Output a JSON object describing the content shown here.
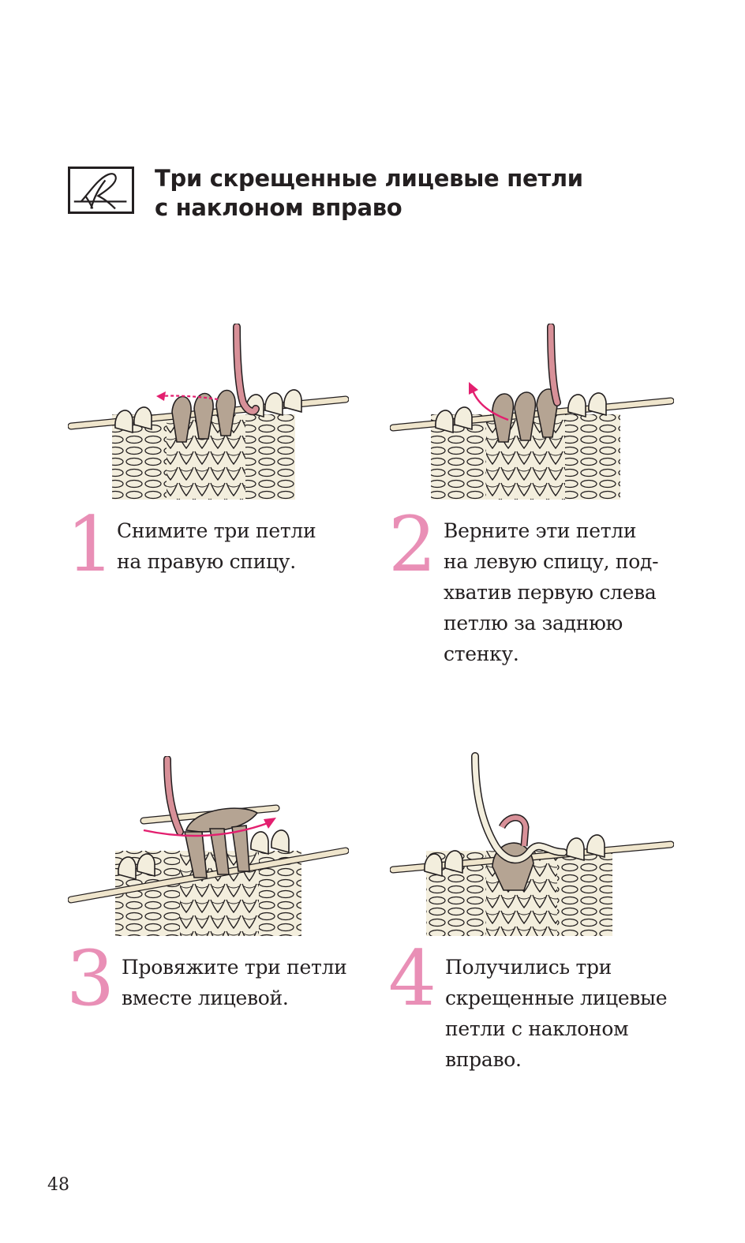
{
  "header": {
    "title_lines": [
      "Три скрещенные лицевые петли",
      "с наклоном вправо"
    ]
  },
  "colors": {
    "accent": "#e98fb6",
    "yarn_cream": "#f3eedd",
    "yarn_taupe": "#b5a493",
    "yarn_pink": "#d89098",
    "outline": "#231f20"
  },
  "steps": [
    {
      "number": "1",
      "lines": [
        "Снимите три петли",
        "на правую спицу."
      ]
    },
    {
      "number": "2",
      "lines": [
        "Верните эти петли",
        "на левую спицу, под-",
        "хватив первую слева",
        "петлю за заднюю",
        "стенку."
      ]
    },
    {
      "number": "3",
      "lines": [
        "Провяжите три петли",
        "вместе лицевой."
      ]
    },
    {
      "number": "4",
      "lines": [
        "Получились три",
        "скрещенные лицевые",
        "петли с наклоном",
        "вправо."
      ]
    }
  ],
  "page_number": "48"
}
